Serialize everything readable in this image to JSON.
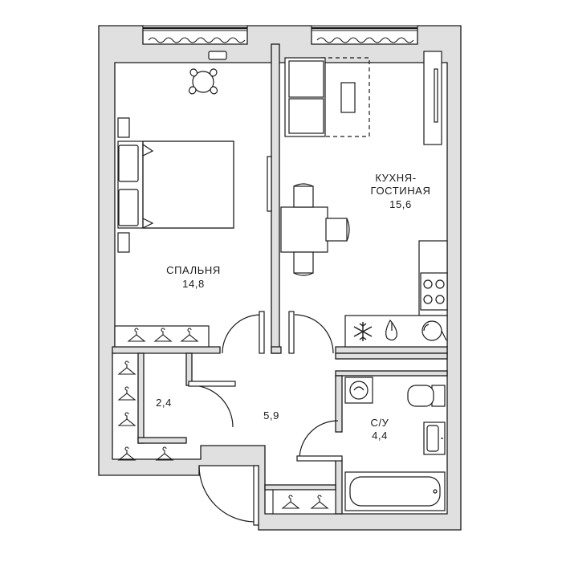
{
  "rooms": {
    "bedroom": {
      "name": "СПАЛЬНЯ",
      "area": "14,8"
    },
    "living": {
      "name_line1": "КУХНЯ-",
      "name_line2": "ГОСТИНАЯ",
      "area": "15,6"
    },
    "closet": {
      "area": "2,4"
    },
    "hall": {
      "area": "5,9"
    },
    "bath": {
      "name": "С/У",
      "area": "4,4"
    }
  },
  "colors": {
    "wall": "#e0e0e0",
    "line": "#1a1a1a",
    "background": "#ffffff"
  }
}
